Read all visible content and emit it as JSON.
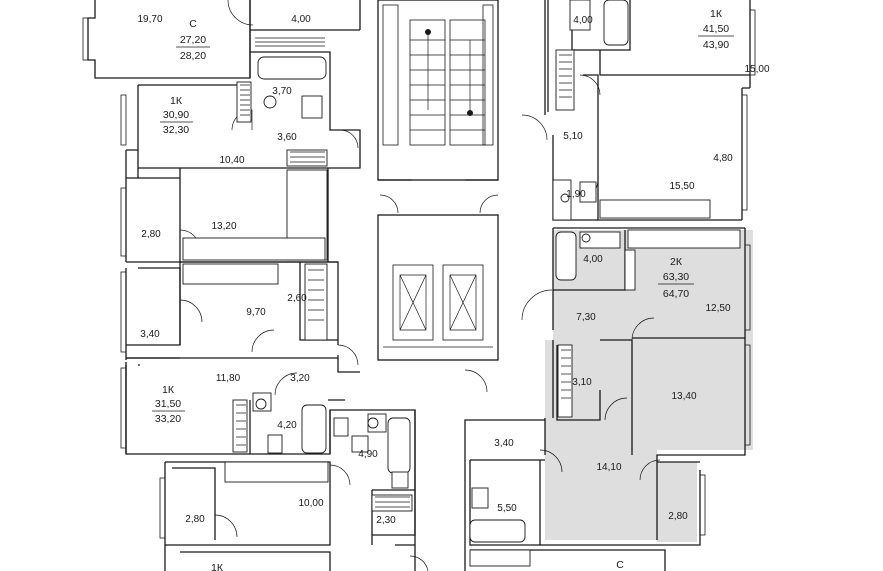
{
  "colors": {
    "wall": "#1a1a1a",
    "highlight": "#dedede",
    "background": "#ffffff"
  },
  "apartments": {
    "top_left": {
      "type": "С",
      "living": "27,20",
      "total": "28,20"
    },
    "left_1": {
      "type": "1К",
      "living": "30,90",
      "total": "32,30"
    },
    "left_2": {
      "type": "1К",
      "living": "31,50",
      "total": "33,20"
    },
    "bottom_left": {
      "type": "1К"
    },
    "top_right": {
      "type": "1К",
      "living": "41,50",
      "total": "43,90"
    },
    "right_2k": {
      "type": "2К",
      "living": "63,30",
      "total": "64,70"
    },
    "bottom_right": {
      "type": "С"
    }
  },
  "rooms": {
    "r_19_70": "19,70",
    "r_4_00_a": "4,00",
    "r_3_70": "3,70",
    "r_3_60": "3,60",
    "r_10_40": "10,40",
    "r_13_20": "13,20",
    "r_2_80_a": "2,80",
    "r_9_70": "9,70",
    "r_2_60": "2,60",
    "r_3_40_a": "3,40",
    "r_11_80": "11,80",
    "r_3_20": "3,20",
    "r_4_20": "4,20",
    "r_4_90": "4,90",
    "r_10_00": "10,00",
    "r_2_80_b": "2,80",
    "r_2_30": "2,30",
    "r_4_00_b": "4,00",
    "r_15_00": "15,00",
    "r_5_10": "5,10",
    "r_4_80": "4,80",
    "r_15_50": "15,50",
    "r_1_90": "1,90",
    "r_4_00_c": "4,00",
    "r_12_50": "12,50",
    "r_7_30": "7,30",
    "r_3_10": "3,10",
    "r_13_40": "13,40",
    "r_3_40_b": "3,40",
    "r_14_10": "14,10",
    "r_5_50": "5,50",
    "r_2_80_c": "2,80"
  }
}
